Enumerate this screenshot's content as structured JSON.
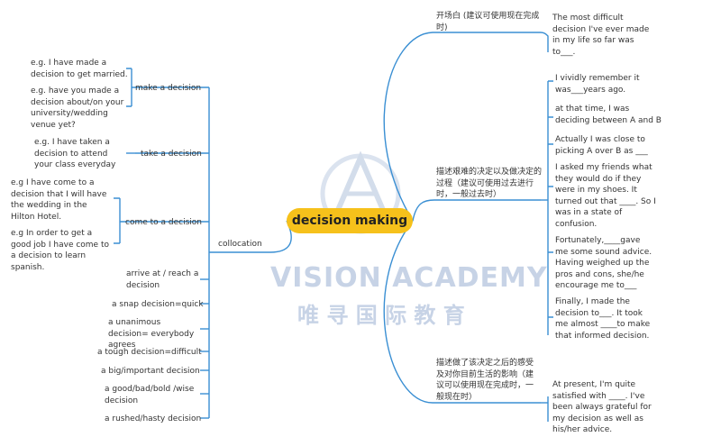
{
  "watermark": {
    "brand": "VISION ACADEMY",
    "chinese": "唯 寻 国 际 教 育"
  },
  "colors": {
    "central_fill": "#f6c11b",
    "line_blue": "#3a8fd3",
    "watermark": "#c7d3e6"
  },
  "central_topic": "decision making",
  "right": {
    "opening": {
      "label": "开场白 (建议可使用现在完成时)",
      "leaf": "The most difficult decision I've ever made in my life so far was to___."
    },
    "process": {
      "label": "描述艰难的决定以及做决定的过程（建议可使用过去进行时，一般过去时）",
      "leaves": [
        "I vividly remember it was___years ago.",
        "at that time, I was deciding between A and B",
        "Actually I was close to picking A over B as ___",
        "I asked my friends what they would do if they were in my shoes. It turned out that ____. So I was in a state of confusion.",
        "Fortunately,____gave me some sound advice. Having weighed up the pros and cons, she/he encourage me to___",
        "Finally, I made the decision to___. It took me almost ____to make that informed decision."
      ]
    },
    "feeling": {
      "label": "描述做了该决定之后的感受及对你目前生活的影响（建议可以使用现在完成时，一般现在时）",
      "leaf": "At present, I'm quite satisfied with ____. I've been always grateful for my decision as well as his/her advice."
    }
  },
  "left": {
    "collocation": "collocation",
    "make": {
      "label": "make a decision",
      "examples": [
        "e.g. I have made a decision to get married.",
        "e.g. have you made a decision about/on your university/wedding venue yet?"
      ]
    },
    "take": {
      "label": "take a decision",
      "examples": [
        "e.g. I have taken a decision to attend your class everyday"
      ]
    },
    "come": {
      "label": "come to a decision",
      "examples": [
        "e.g I have come to a decision that I will have the wedding in the Hilton Hotel.",
        "e.g In order to get a good job I have come to a decision to learn spanish."
      ]
    },
    "others": [
      "arrive at / reach a decision",
      "a snap decision=quick",
      "a unanimous decision= everybody agrees",
      "a tough decision=difficult",
      "a big/important decision",
      "a good/bad/bold /wise decision",
      "a rushed/hasty decision"
    ]
  }
}
